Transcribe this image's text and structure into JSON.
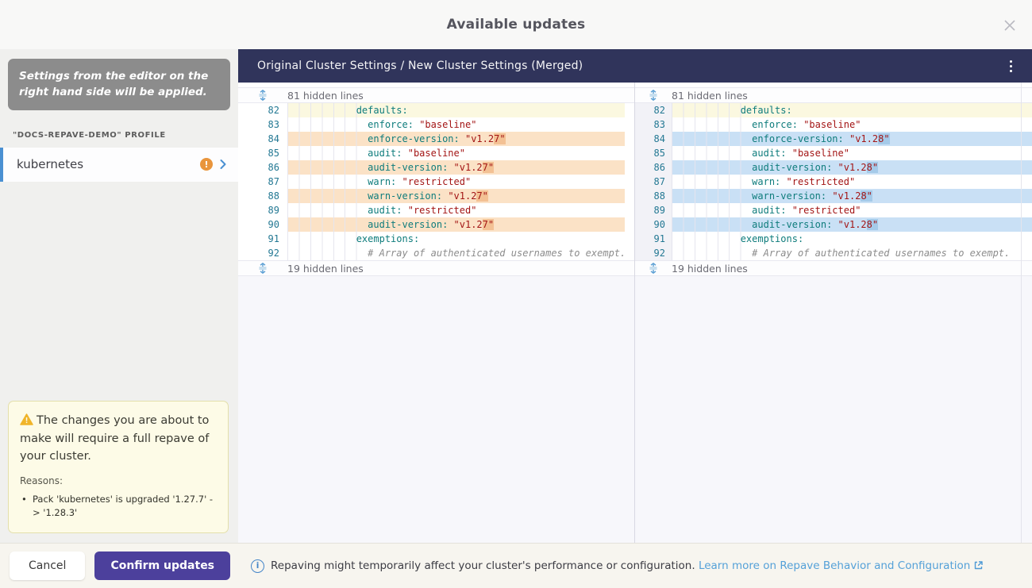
{
  "modal": {
    "title": "Available updates"
  },
  "sidebar": {
    "tooltip": "Settings from the editor on the right hand side will be applied.",
    "profile_label": "\"DOCS-REPAVE-DEMO\" PROFILE",
    "pack": {
      "name": "kubernetes",
      "badge": "!"
    }
  },
  "warning": {
    "message": "The changes you are about to make will require a full repave of your cluster.",
    "reasons_label": "Reasons:",
    "reasons": [
      "Pack 'kubernetes' is upgraded '1.27.7' -> '1.28.3'"
    ]
  },
  "diff": {
    "header_title": "Original Cluster Settings / New Cluster Settings (Merged)",
    "hidden_top_label": "81 hidden lines",
    "hidden_bottom_label": "19 hidden lines",
    "left_lines": [
      {
        "n": 82,
        "hl": "cur",
        "seg": [
          [
            "key",
            "            defaults:"
          ]
        ]
      },
      {
        "n": 83,
        "seg": [
          [
            "key",
            "              enforce:"
          ],
          [
            "pln",
            " "
          ],
          [
            "str",
            "\"baseline\""
          ]
        ]
      },
      {
        "n": 84,
        "hl": "del",
        "seg": [
          [
            "key",
            "              enforce-version:"
          ],
          [
            "pln",
            " "
          ],
          [
            "str",
            "\"v1.2"
          ],
          [
            "strh",
            "7\""
          ]
        ]
      },
      {
        "n": 85,
        "seg": [
          [
            "key",
            "              audit:"
          ],
          [
            "pln",
            " "
          ],
          [
            "str",
            "\"baseline\""
          ]
        ]
      },
      {
        "n": 86,
        "hl": "del",
        "seg": [
          [
            "key",
            "              audit-version:"
          ],
          [
            "pln",
            " "
          ],
          [
            "str",
            "\"v1.2"
          ],
          [
            "strh",
            "7\""
          ]
        ]
      },
      {
        "n": 87,
        "seg": [
          [
            "key",
            "              warn:"
          ],
          [
            "pln",
            " "
          ],
          [
            "str",
            "\"restricted\""
          ]
        ]
      },
      {
        "n": 88,
        "hl": "del",
        "seg": [
          [
            "key",
            "              warn-version:"
          ],
          [
            "pln",
            " "
          ],
          [
            "str",
            "\"v1.2"
          ],
          [
            "strh",
            "7\""
          ]
        ]
      },
      {
        "n": 89,
        "seg": [
          [
            "key",
            "              audit:"
          ],
          [
            "pln",
            " "
          ],
          [
            "str",
            "\"restricted\""
          ]
        ]
      },
      {
        "n": 90,
        "hl": "del",
        "seg": [
          [
            "key",
            "              audit-version:"
          ],
          [
            "pln",
            " "
          ],
          [
            "str",
            "\"v1.2"
          ],
          [
            "strh",
            "7\""
          ]
        ]
      },
      {
        "n": 91,
        "seg": [
          [
            "key",
            "            exemptions:"
          ]
        ]
      },
      {
        "n": 92,
        "seg": [
          [
            "com",
            "              # Array of authenticated usernames to exempt."
          ]
        ]
      }
    ],
    "right_lines": [
      {
        "n": 82,
        "hl": "cur",
        "seg": [
          [
            "key",
            "            defaults:"
          ]
        ]
      },
      {
        "n": 83,
        "seg": [
          [
            "key",
            "              enforce:"
          ],
          [
            "pln",
            " "
          ],
          [
            "str",
            "\"baseline\""
          ]
        ]
      },
      {
        "n": 84,
        "hl": "add",
        "seg": [
          [
            "key",
            "              enforce-version:"
          ],
          [
            "pln",
            " "
          ],
          [
            "str",
            "\"v1.2"
          ],
          [
            "strh",
            "8\""
          ]
        ]
      },
      {
        "n": 85,
        "seg": [
          [
            "key",
            "              audit:"
          ],
          [
            "pln",
            " "
          ],
          [
            "str",
            "\"baseline\""
          ]
        ]
      },
      {
        "n": 86,
        "hl": "add",
        "seg": [
          [
            "key",
            "              audit-version:"
          ],
          [
            "pln",
            " "
          ],
          [
            "str",
            "\"v1.2"
          ],
          [
            "strh",
            "8\""
          ]
        ]
      },
      {
        "n": 87,
        "seg": [
          [
            "key",
            "              warn:"
          ],
          [
            "pln",
            " "
          ],
          [
            "str",
            "\"restricted\""
          ]
        ]
      },
      {
        "n": 88,
        "hl": "add",
        "seg": [
          [
            "key",
            "              warn-version:"
          ],
          [
            "pln",
            " "
          ],
          [
            "str",
            "\"v1.2"
          ],
          [
            "strh",
            "8\""
          ]
        ]
      },
      {
        "n": 89,
        "seg": [
          [
            "key",
            "              audit:"
          ],
          [
            "pln",
            " "
          ],
          [
            "str",
            "\"restricted\""
          ]
        ]
      },
      {
        "n": 90,
        "hl": "add",
        "seg": [
          [
            "key",
            "              audit-version:"
          ],
          [
            "pln",
            " "
          ],
          [
            "str",
            "\"v1.2"
          ],
          [
            "strh",
            "8\""
          ]
        ]
      },
      {
        "n": 91,
        "seg": [
          [
            "key",
            "            exemptions:"
          ]
        ]
      },
      {
        "n": 92,
        "seg": [
          [
            "com",
            "              # Array of authenticated usernames to exempt."
          ]
        ]
      }
    ]
  },
  "footer": {
    "cancel_label": "Cancel",
    "confirm_label": "Confirm updates",
    "info_text": "Repaving might temporarily affect your cluster's performance or configuration.",
    "link_text": "Learn more on Repave Behavior and Configuration"
  },
  "colors": {
    "accent_purple": "#4c409c",
    "accent_blue": "#4a90d2",
    "link_blue": "#55a1d8",
    "header_navy": "#30345b",
    "removed_line_bg": "#fbe2c6",
    "added_line_bg": "#c9e0f5",
    "current_line_bg": "#fbf8e0",
    "warning_badge_orange": "#e9953c",
    "warning_box_bg": "#fdfbe7"
  }
}
